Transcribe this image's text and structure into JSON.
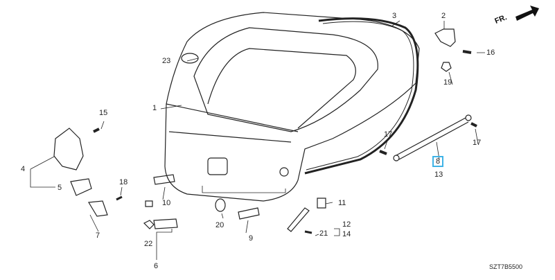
{
  "diagram_code": "SZT7B5500",
  "direction_label": "FR.",
  "selected_part": "8",
  "callouts": {
    "p1": "1",
    "p2": "2",
    "p3": "3",
    "p4": "4",
    "p5": "5",
    "p6": "6",
    "p7": "7",
    "p8": "8",
    "p9": "9",
    "p10": "10",
    "p11": "11",
    "p12": "12",
    "p13": "13",
    "p14": "14",
    "p15": "15",
    "p16": "16",
    "p17a": "17",
    "p17b": "17",
    "p18": "18",
    "p19": "19",
    "p20": "20",
    "p21": "21",
    "p22": "22",
    "p23": "23"
  },
  "colors": {
    "highlight": "#3fb3e6",
    "line": "#222222"
  }
}
